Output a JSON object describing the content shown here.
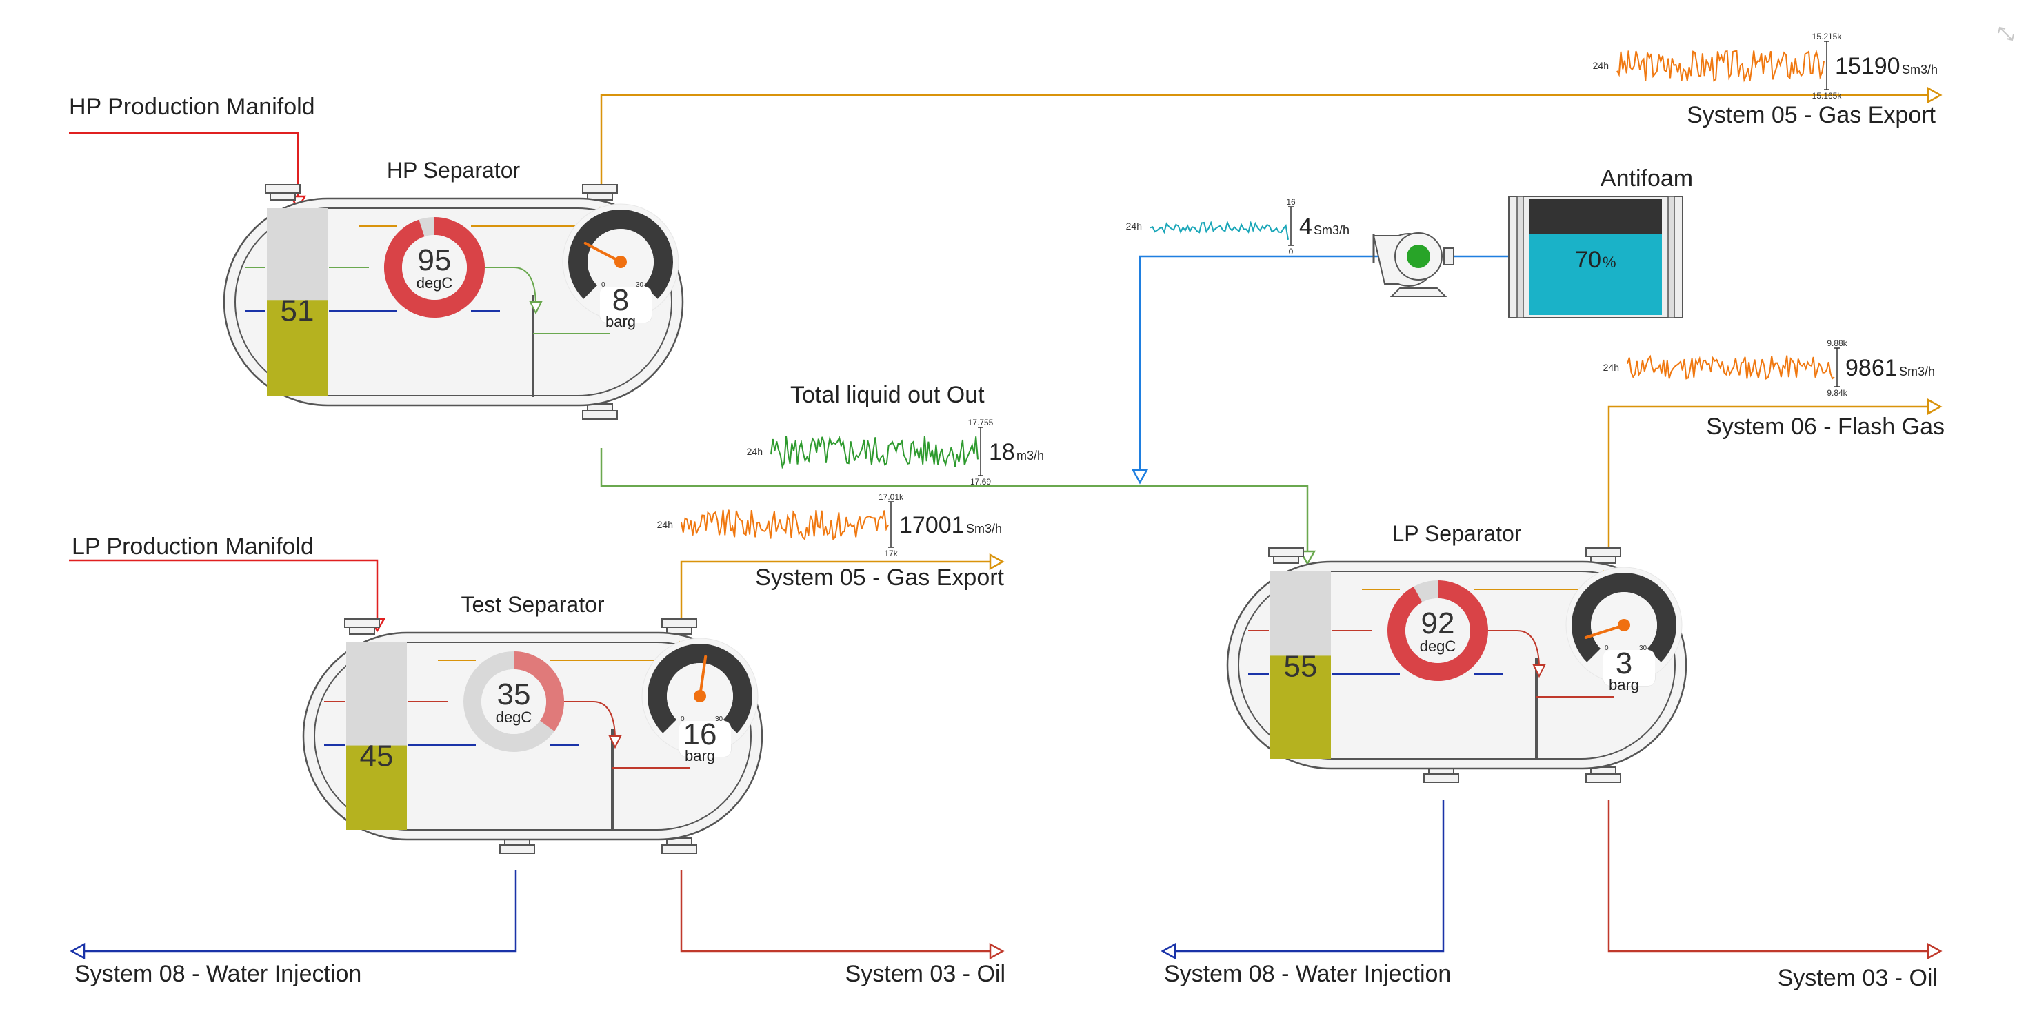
{
  "colors": {
    "oil": "#c0392b",
    "water": "#1a33a8",
    "gas": "#d9930b",
    "liquid": "#6aa84f",
    "feed": "#e02020",
    "antifoam_line": "#1f7fe0",
    "level_fill": "#b5b21f",
    "level_empty": "#d9d9d9",
    "gauge_dark": "#3a3a3a",
    "needle": "#f07010",
    "temp_red": "#d94347",
    "temp_light": "#e07a7a",
    "spark_orange": "#f07810",
    "spark_green": "#2e9a2e",
    "spark_teal": "#1aa6b8",
    "antifoam_fill": "#1ab2c8"
  },
  "labels": {
    "hp_manifold": "HP Production Manifold",
    "lp_manifold": "LP Production Manifold",
    "gas_export_top": "System 05 - Gas Export",
    "gas_export_mid": "System 05 - Gas Export",
    "flash_gas": "System 06 - Flash Gas",
    "total_liquid": "Total liquid out Out",
    "water_inj_left": "System 08 - Water Injection",
    "oil_left": "System 03 - Oil",
    "water_inj_right": "System 08 - Water Injection",
    "oil_right": "System 03 - Oil",
    "antifoam": "Antifoam"
  },
  "separators": {
    "hp": {
      "title": "HP Separator",
      "level": "51",
      "level_frac": 0.51,
      "temp": "95",
      "temp_unit": "degC",
      "temp_frac": 0.95,
      "pressure": "8",
      "pressure_unit": "barg",
      "pressure_frac": 0.27
    },
    "test": {
      "title": "Test Separator",
      "level": "45",
      "level_frac": 0.45,
      "temp": "35",
      "temp_unit": "degC",
      "temp_frac": 0.35,
      "pressure": "16",
      "pressure_unit": "barg",
      "pressure_frac": 0.53
    },
    "lp": {
      "title": "LP Separator",
      "level": "55",
      "level_frac": 0.55,
      "temp": "92",
      "temp_unit": "degC",
      "temp_frac": 0.92,
      "pressure": "3",
      "pressure_unit": "barg",
      "pressure_frac": 0.1
    }
  },
  "gauge_ticks": {
    "min": "0",
    "max": "30"
  },
  "antifoam_tank": {
    "value": "70",
    "unit": "%",
    "frac": 0.7
  },
  "sparklines": {
    "gas_top": {
      "period": "24h",
      "value": "15190",
      "unit": "Sm3/h",
      "max": "15.215k",
      "min": "15.165k"
    },
    "antifoam_flow": {
      "period": "24h",
      "value": "4",
      "unit": "Sm3/h",
      "max": "16",
      "min": "0"
    },
    "flash_gas": {
      "period": "24h",
      "value": "9861",
      "unit": "Sm3/h",
      "max": "9.88k",
      "min": "9.84k"
    },
    "total_liquid": {
      "period": "24h",
      "value": "18",
      "unit": "m3/h",
      "max": "17.755",
      "min": "17.69"
    },
    "gas_mid": {
      "period": "24h",
      "value": "17001",
      "unit": "Sm3/h",
      "max": "17.01k",
      "min": "17k"
    }
  }
}
